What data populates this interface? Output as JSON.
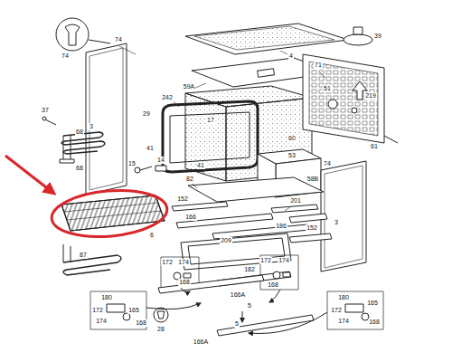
{
  "diagram": {
    "labels": [
      "74",
      "74",
      "3",
      "37",
      "68",
      "68",
      "242",
      "59A",
      "29",
      "17",
      "41",
      "15",
      "14",
      "41",
      "4",
      "39",
      "71",
      "51",
      "219",
      "61",
      "60",
      "53",
      "58B",
      "74",
      "3",
      "82",
      "152",
      "201",
      "166",
      "186",
      "152",
      "6",
      "87",
      "209",
      "172",
      "174",
      "168",
      "182",
      "172",
      "174",
      "168",
      "166A",
      "166A",
      "5",
      "180",
      "172",
      "174",
      "165",
      "168",
      "180",
      "172",
      "174",
      "165",
      "168",
      "28",
      "5"
    ]
  }
}
